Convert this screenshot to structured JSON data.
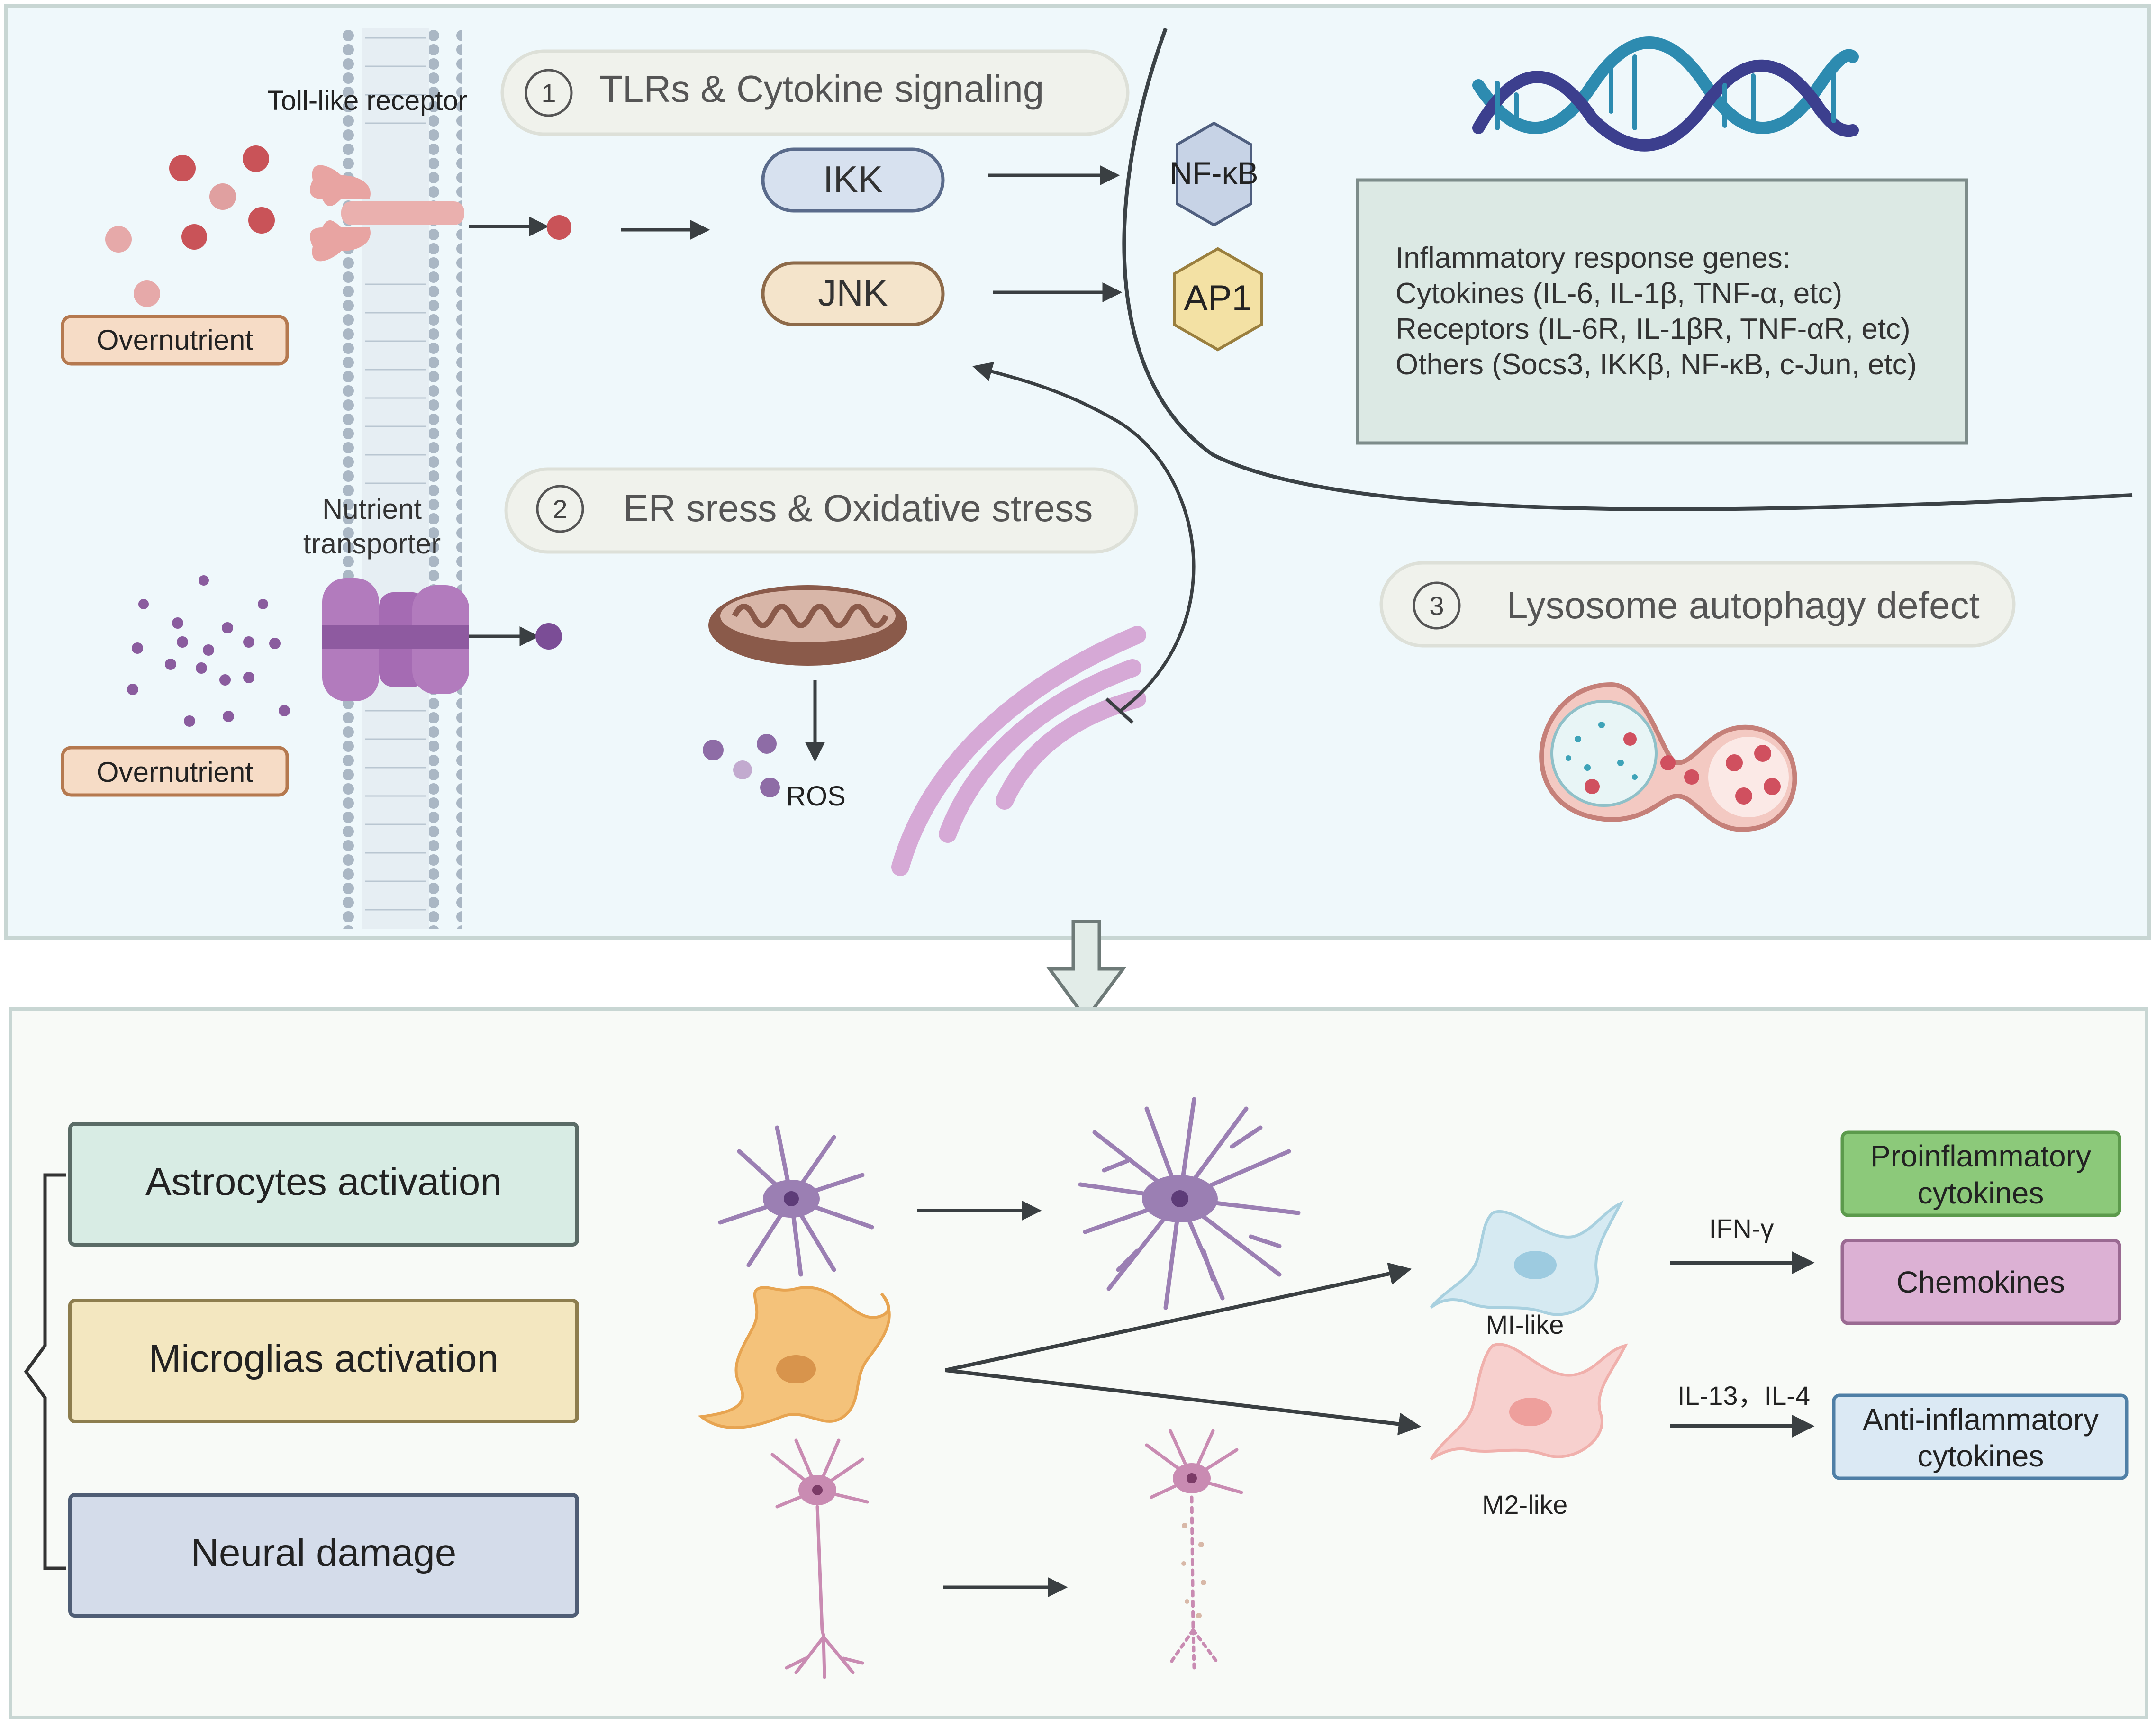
{
  "top_panel": {
    "membrane": {
      "toll_like_receptor": "Toll-like receptor",
      "nutrient_transporter_line1": "Nutrient",
      "nutrient_transporter_line2": "transporter",
      "overnutrient_top": "Overnutrient",
      "overnutrient_bottom": "Overnutrient"
    },
    "pathway1": {
      "number": "1",
      "title": "TLRs & Cytokine signaling"
    },
    "pathway2": {
      "number": "2",
      "title": "ER sress & Oxidative stress"
    },
    "pathway3": {
      "number": "3",
      "title": "Lysosome autophagy defect"
    },
    "kinases": {
      "ikk": "IKK",
      "jnk": "JNK"
    },
    "transcription_factors": {
      "nfkb": "NF-κB",
      "ap1": "AP1"
    },
    "ros_label": "ROS",
    "genes_box": {
      "line1": "Inflammatory response genes:",
      "line2": "Cytokines (IL-6, IL-1β, TNF-α, etc)",
      "line3": "Receptors (IL-6R, IL-1βR, TNF-αR, etc)",
      "line4": "Others (Socs3, IKKβ, NF-κB, c-Jun, etc)"
    }
  },
  "bottom_panel": {
    "outcomes": {
      "astrocytes": "Astrocytes activation",
      "microglias": "Microglias activation",
      "neural": "Neural damage"
    },
    "polarization": {
      "m1_label": "MI-like",
      "m2_label": "M2-like",
      "ifn_label": "IFN-γ",
      "il_label": "IL-13，IL-4"
    },
    "products": {
      "proinflammatory_line1": "Proinflammatory",
      "proinflammatory_line2": "cytokines",
      "chemokines": "Chemokines",
      "anti_line1": "Anti-inflammatory",
      "anti_line2": "cytokines"
    }
  },
  "colors": {
    "panel_bg": "#eff8fb",
    "panel_border": "#c8d6d3",
    "bottom_bg": "#f8faf7",
    "arrow": "#3a3f42",
    "membrane": "#a9b6c2",
    "receptor": "#e8a4a2",
    "transporter": "#b27bbd",
    "ikk_fill": "#d7e1ef",
    "jnk_fill": "#f4e4cb",
    "nfkb_fill": "#c7d3e6",
    "ap1_fill": "#f3e1a4",
    "genes_fill": "#dce9e4",
    "astro_fill": "#d8ece4",
    "micro_fill": "#f3e7c0",
    "neural_fill": "#d4dcea",
    "pro_fill": "#8cc97a",
    "chemo_fill": "#dcb1d4",
    "anti_fill": "#dbe9f4"
  }
}
